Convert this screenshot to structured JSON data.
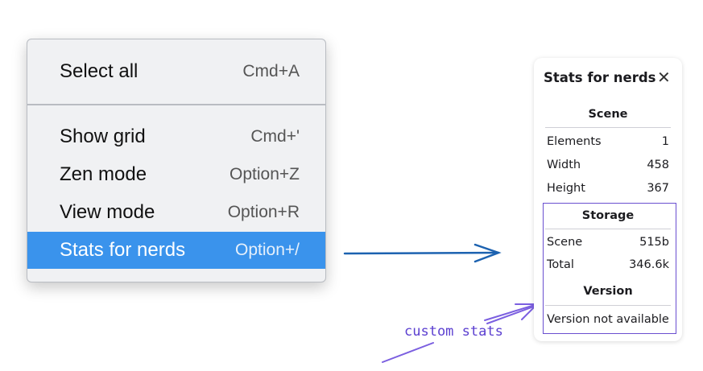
{
  "menu": {
    "items": [
      {
        "label": "Select all",
        "shortcut": "Cmd+A"
      },
      {
        "label": "Show grid",
        "shortcut": "Cmd+'"
      },
      {
        "label": "Zen mode",
        "shortcut": "Option+Z"
      },
      {
        "label": "View mode",
        "shortcut": "Option+R"
      },
      {
        "label": "Stats for nerds",
        "shortcut": "Option+/",
        "selected": true
      }
    ],
    "highlight_color": "#3a93ec"
  },
  "panel": {
    "title": "Stats for nerds",
    "close_icon": "close-icon",
    "scene": {
      "header": "Scene",
      "rows": [
        {
          "label": "Elements",
          "value": "1"
        },
        {
          "label": "Width",
          "value": "458"
        },
        {
          "label": "Height",
          "value": "367"
        }
      ]
    },
    "storage": {
      "header": "Storage",
      "rows": [
        {
          "label": "Scene",
          "value": "515b"
        },
        {
          "label": "Total",
          "value": "346.6k"
        }
      ]
    },
    "version": {
      "header": "Version",
      "text": "Version not available"
    }
  },
  "annotation": {
    "text": "custom stats",
    "color": "#5b3fd0",
    "arrow_color": "#1c62b0"
  }
}
